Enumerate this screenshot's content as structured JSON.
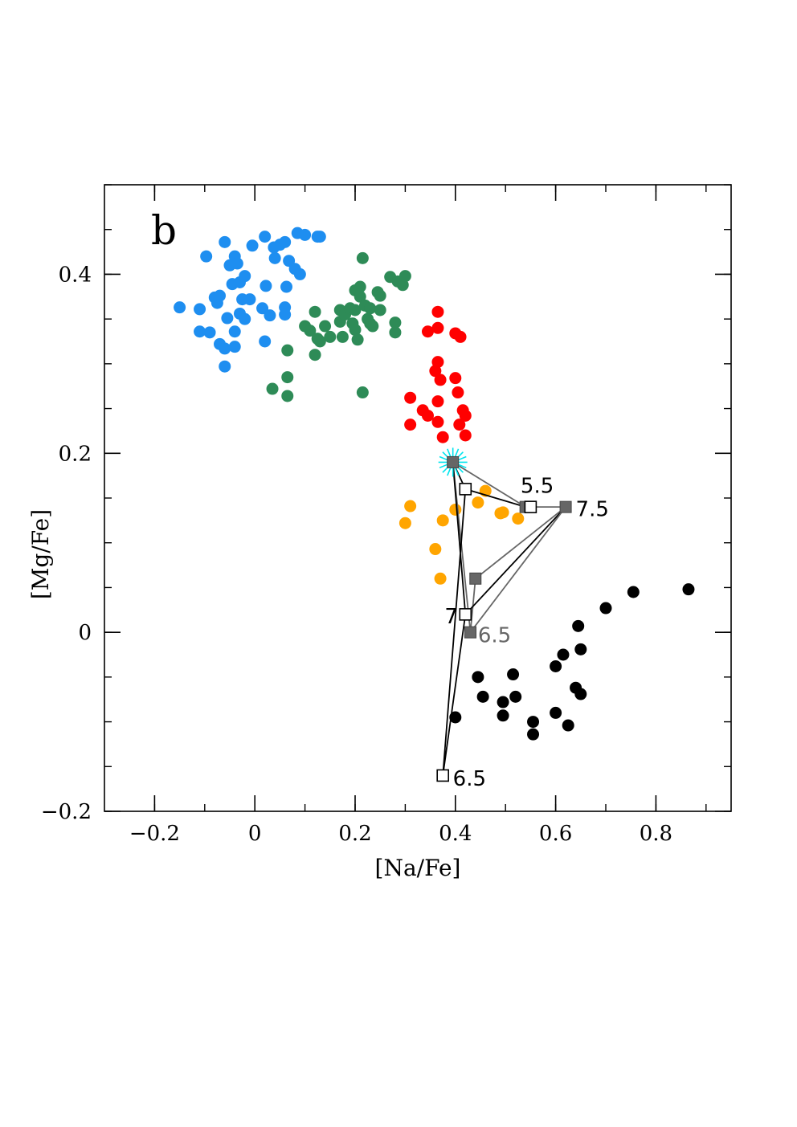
{
  "chart_data": {
    "type": "scatter",
    "panel_label": "b",
    "xlabel": "[Na/Fe]",
    "ylabel": "[Mg/Fe]",
    "xlim": [
      -0.3,
      0.95
    ],
    "ylim": [
      -0.2,
      0.5
    ],
    "x_ticks": [
      -0.2,
      0,
      0.2,
      0.4,
      0.6,
      0.8
    ],
    "x_tick_labels": [
      "−0.2",
      "0",
      "0.2",
      "0.4",
      "0.6",
      "0.8"
    ],
    "y_ticks": [
      -0.2,
      0,
      0.2,
      0.4
    ],
    "y_tick_labels": [
      "−0.2",
      "0",
      "0.2",
      "0.4"
    ],
    "x_minor_step": 0.1,
    "y_minor_step": 0.05,
    "grid": false,
    "legend": "none",
    "series": [
      {
        "color": "#1e8ef0",
        "points": [
          [
            -0.15,
            0.363
          ],
          [
            -0.11,
            0.361
          ],
          [
            -0.11,
            0.336
          ],
          [
            -0.097,
            0.42
          ],
          [
            -0.09,
            0.335
          ],
          [
            -0.08,
            0.374
          ],
          [
            -0.075,
            0.368
          ],
          [
            -0.07,
            0.376
          ],
          [
            -0.07,
            0.322
          ],
          [
            -0.06,
            0.436
          ],
          [
            -0.06,
            0.317
          ],
          [
            -0.06,
            0.297
          ],
          [
            -0.055,
            0.351
          ],
          [
            -0.05,
            0.41
          ],
          [
            -0.045,
            0.389
          ],
          [
            -0.04,
            0.42
          ],
          [
            -0.04,
            0.319
          ],
          [
            -0.04,
            0.336
          ],
          [
            -0.035,
            0.412
          ],
          [
            -0.03,
            0.391
          ],
          [
            -0.03,
            0.356
          ],
          [
            -0.025,
            0.372
          ],
          [
            -0.02,
            0.398
          ],
          [
            -0.02,
            0.35
          ],
          [
            -0.01,
            0.372
          ],
          [
            -0.005,
            0.432
          ],
          [
            0.015,
            0.362
          ],
          [
            0.02,
            0.442
          ],
          [
            0.02,
            0.325
          ],
          [
            0.022,
            0.387
          ],
          [
            0.03,
            0.354
          ],
          [
            0.038,
            0.43
          ],
          [
            0.04,
            0.418
          ],
          [
            0.05,
            0.433
          ],
          [
            0.06,
            0.436
          ],
          [
            0.06,
            0.363
          ],
          [
            0.06,
            0.355
          ],
          [
            0.063,
            0.386
          ],
          [
            0.068,
            0.415
          ],
          [
            0.08,
            0.406
          ],
          [
            0.085,
            0.446
          ],
          [
            0.09,
            0.4
          ],
          [
            0.1,
            0.444
          ],
          [
            0.125,
            0.442
          ],
          [
            0.13,
            0.442
          ]
        ]
      },
      {
        "color": "#2e8b57",
        "points": [
          [
            0.035,
            0.272
          ],
          [
            0.065,
            0.264
          ],
          [
            0.065,
            0.285
          ],
          [
            0.065,
            0.315
          ],
          [
            0.1,
            0.342
          ],
          [
            0.11,
            0.337
          ],
          [
            0.12,
            0.31
          ],
          [
            0.12,
            0.358
          ],
          [
            0.125,
            0.328
          ],
          [
            0.13,
            0.325
          ],
          [
            0.14,
            0.342
          ],
          [
            0.15,
            0.33
          ],
          [
            0.17,
            0.36
          ],
          [
            0.17,
            0.347
          ],
          [
            0.175,
            0.33
          ],
          [
            0.18,
            0.355
          ],
          [
            0.19,
            0.362
          ],
          [
            0.195,
            0.345
          ],
          [
            0.2,
            0.382
          ],
          [
            0.2,
            0.36
          ],
          [
            0.2,
            0.338
          ],
          [
            0.205,
            0.327
          ],
          [
            0.21,
            0.375
          ],
          [
            0.21,
            0.386
          ],
          [
            0.215,
            0.268
          ],
          [
            0.215,
            0.418
          ],
          [
            0.22,
            0.365
          ],
          [
            0.225,
            0.35
          ],
          [
            0.23,
            0.362
          ],
          [
            0.23,
            0.345
          ],
          [
            0.235,
            0.342
          ],
          [
            0.245,
            0.38
          ],
          [
            0.25,
            0.376
          ],
          [
            0.25,
            0.36
          ],
          [
            0.27,
            0.397
          ],
          [
            0.28,
            0.335
          ],
          [
            0.28,
            0.346
          ],
          [
            0.285,
            0.392
          ],
          [
            0.295,
            0.388
          ],
          [
            0.3,
            0.398
          ]
        ]
      },
      {
        "color": "#ff0000",
        "points": [
          [
            0.31,
            0.262
          ],
          [
            0.31,
            0.232
          ],
          [
            0.335,
            0.248
          ],
          [
            0.345,
            0.336
          ],
          [
            0.345,
            0.242
          ],
          [
            0.36,
            0.292
          ],
          [
            0.365,
            0.358
          ],
          [
            0.365,
            0.34
          ],
          [
            0.365,
            0.302
          ],
          [
            0.365,
            0.258
          ],
          [
            0.365,
            0.235
          ],
          [
            0.37,
            0.282
          ],
          [
            0.375,
            0.218
          ],
          [
            0.4,
            0.334
          ],
          [
            0.4,
            0.284
          ],
          [
            0.405,
            0.268
          ],
          [
            0.408,
            0.232
          ],
          [
            0.41,
            0.33
          ],
          [
            0.415,
            0.248
          ],
          [
            0.42,
            0.242
          ],
          [
            0.42,
            0.22
          ]
        ]
      },
      {
        "color": "#ffa500",
        "points": [
          [
            0.3,
            0.122
          ],
          [
            0.31,
            0.141
          ],
          [
            0.36,
            0.093
          ],
          [
            0.37,
            0.06
          ],
          [
            0.375,
            0.125
          ],
          [
            0.4,
            0.137
          ],
          [
            0.445,
            0.145
          ],
          [
            0.46,
            0.158
          ],
          [
            0.49,
            0.133
          ],
          [
            0.495,
            0.134
          ],
          [
            0.525,
            0.127
          ]
        ]
      },
      {
        "color": "#000000",
        "points": [
          [
            0.4,
            -0.095
          ],
          [
            0.445,
            -0.05
          ],
          [
            0.455,
            -0.072
          ],
          [
            0.495,
            -0.078
          ],
          [
            0.495,
            -0.093
          ],
          [
            0.515,
            -0.047
          ],
          [
            0.52,
            -0.072
          ],
          [
            0.555,
            -0.1
          ],
          [
            0.555,
            -0.114
          ],
          [
            0.6,
            -0.09
          ],
          [
            0.6,
            -0.038
          ],
          [
            0.615,
            -0.025
          ],
          [
            0.625,
            -0.104
          ],
          [
            0.64,
            -0.062
          ],
          [
            0.645,
            0.007
          ],
          [
            0.65,
            -0.019
          ],
          [
            0.65,
            -0.069
          ],
          [
            0.7,
            0.027
          ],
          [
            0.755,
            0.045
          ],
          [
            0.865,
            0.048
          ]
        ]
      }
    ],
    "star_point": {
      "x": 0.395,
      "y": 0.19,
      "color": "#00e5ee"
    },
    "model_tracks": [
      {
        "color": "#666666",
        "path": [
          [
            0.395,
            0.19
          ],
          [
            0.54,
            0.14
          ],
          [
            0.62,
            0.14
          ],
          [
            0.44,
            0.06
          ],
          [
            0.43,
            0.0
          ],
          [
            0.395,
            0.19
          ]
        ]
      },
      {
        "color": "#000000",
        "path": [
          [
            0.395,
            0.19
          ],
          [
            0.42,
            0.16
          ],
          [
            0.54,
            0.14
          ],
          [
            0.42,
            0.16
          ],
          [
            0.375,
            -0.16
          ],
          [
            0.42,
            0.02
          ],
          [
            0.62,
            0.14
          ],
          [
            0.42,
            0.02
          ],
          [
            0.395,
            0.19
          ]
        ]
      },
      {
        "color": "#666666",
        "path": [
          [
            0.62,
            0.14
          ],
          [
            0.43,
            0.0
          ]
        ]
      }
    ],
    "filled_squares": [
      [
        0.395,
        0.19
      ],
      [
        0.54,
        0.14
      ],
      [
        0.62,
        0.14
      ],
      [
        0.44,
        0.06
      ],
      [
        0.43,
        0.0
      ]
    ],
    "open_squares": [
      [
        0.42,
        0.16
      ],
      [
        0.55,
        0.14
      ],
      [
        0.42,
        0.02
      ],
      [
        0.375,
        -0.16
      ]
    ],
    "annotations": [
      {
        "text": "5.5",
        "x": 0.53,
        "y": 0.164,
        "color": "#000000",
        "anchor": "start"
      },
      {
        "text": "7.5",
        "x": 0.64,
        "y": 0.138,
        "color": "#000000",
        "anchor": "start"
      },
      {
        "text": "7",
        "x": 0.405,
        "y": 0.018,
        "color": "#000000",
        "anchor": "end"
      },
      {
        "text": "6.5",
        "x": 0.445,
        "y": -0.003,
        "color": "#666666",
        "anchor": "start"
      },
      {
        "text": "6.5",
        "x": 0.395,
        "y": -0.163,
        "color": "#000000",
        "anchor": "start"
      }
    ]
  }
}
